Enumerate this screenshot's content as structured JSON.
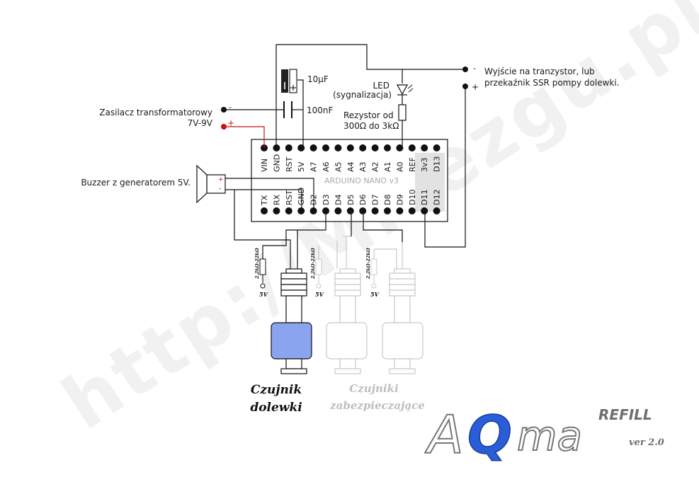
{
  "watermark": "http://Mr-ezgu.pl",
  "board": {
    "name": "ARDUINO NANO v3",
    "top_pins": [
      "VIN",
      "GND",
      "RST",
      "5V",
      "A7",
      "A6",
      "A5",
      "A4",
      "A3",
      "A2",
      "A1",
      "A0",
      "REF",
      "3v3",
      "D13"
    ],
    "bottom_pins": [
      "TX",
      "RX",
      "RST",
      "GND",
      "D2",
      "D3",
      "D4",
      "D5",
      "D6",
      "D7",
      "D8",
      "D9",
      "D10",
      "D11",
      "D12"
    ]
  },
  "labels": {
    "power_supply": [
      "Zasilacz transformatorowy",
      "7V-9V"
    ],
    "buzzer": "Buzzer z generatorem 5V.",
    "output": [
      "Wyjście na tranzystor, lub",
      "przekaźnik SSR pompy dolewki."
    ],
    "led": [
      "LED",
      "(sygnalizacja)"
    ],
    "resistor": [
      "Rezystor od",
      "300Ω do 3kΩ"
    ],
    "cap_electrolytic": "10μF",
    "cap_ceramic": "100nF",
    "minus": "-",
    "plus": "+",
    "pullup_resistor": "2,2kΩ-22kΩ",
    "pullup_voltage": "5V"
  },
  "sensors": {
    "main_label": [
      "Czujnik",
      "dolewki"
    ],
    "safety_label": [
      "Czujniki",
      "zabezpieczające"
    ]
  },
  "logo": {
    "a": "A",
    "q": "Q",
    "ma": "ma",
    "product": "REFILL",
    "version": "ver 2.0"
  }
}
